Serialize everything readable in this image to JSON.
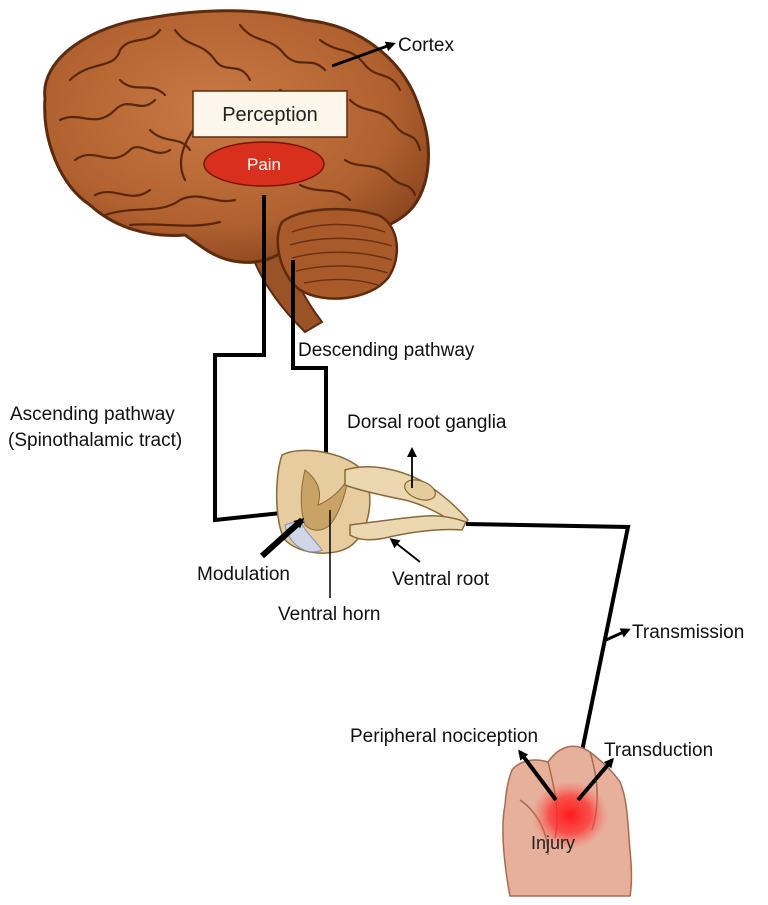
{
  "diagram": {
    "colors": {
      "brain": "#b86a38",
      "brain_dark": "#6e3414",
      "pain_ellipse": "#d9301e",
      "pathway_line": "#000000",
      "spinal": "#e2c89a",
      "hand": "#e6b09a",
      "injury_glow": "#ff2a2a"
    },
    "labels": {
      "cortex": "Cortex",
      "perception": "Perception",
      "pain": "Pain",
      "descending": "Descending pathway",
      "ascending_1": "Ascending pathway",
      "ascending_2": "(Spinothalamic tract)",
      "dorsal_root_ganglia": "Dorsal root ganglia",
      "modulation": "Modulation",
      "ventral_root": "Ventral root",
      "ventral_horn": "Ventral horn",
      "transmission": "Transmission",
      "peripheral_nociception": "Peripheral nociception",
      "transduction": "Transduction",
      "injury": "Injury"
    }
  }
}
